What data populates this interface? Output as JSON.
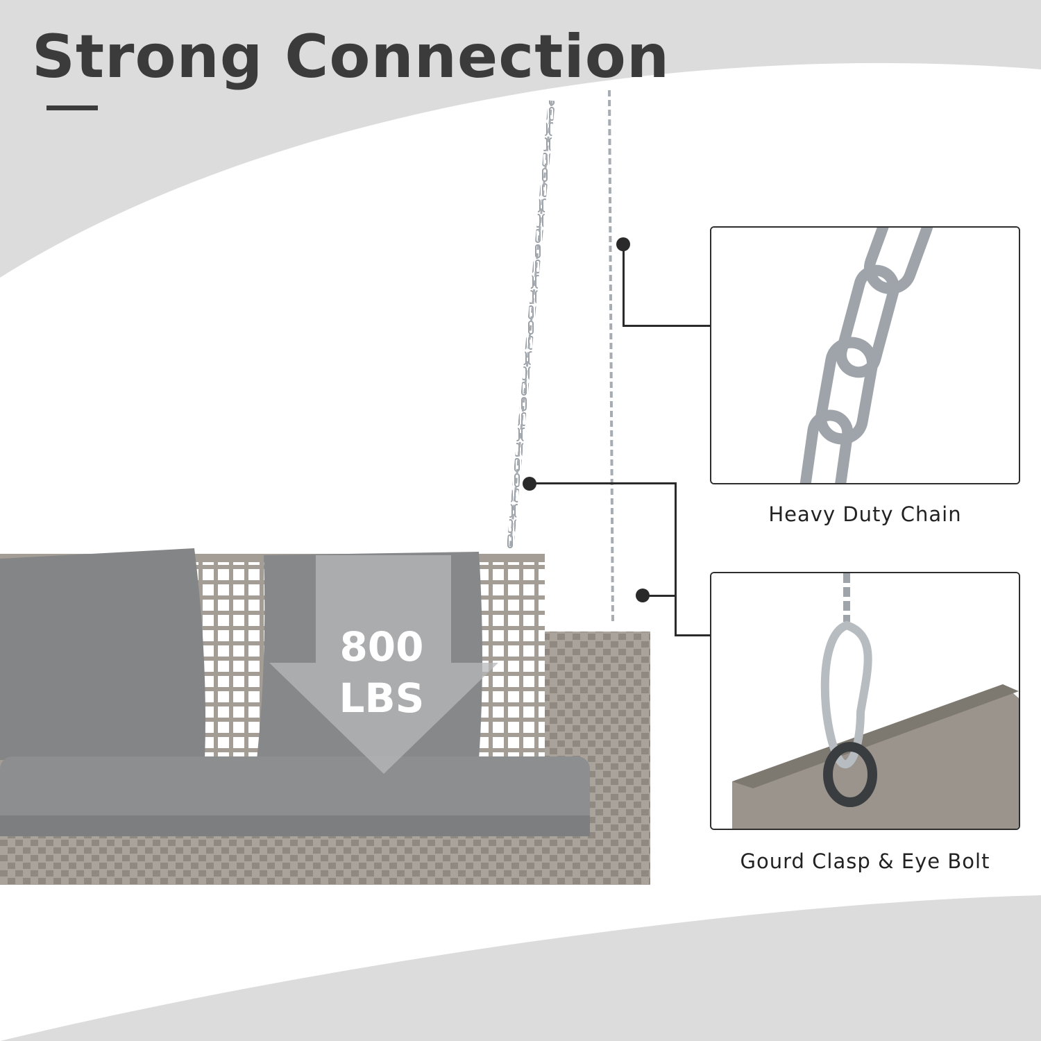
{
  "title": "Strong Connection",
  "weight_label": {
    "value": "800",
    "unit": "LBS"
  },
  "callouts": [
    {
      "caption": "Heavy Duty Chain",
      "icon": "chain-closeup"
    },
    {
      "caption": "Gourd Clasp & Eye Bolt",
      "icon": "clasp-closeup"
    }
  ],
  "colors": {
    "background_gray": "#dcdcdc",
    "text": "#3b3b3b",
    "cushion": "#8a8c8e",
    "wicker": "#a9a39b"
  }
}
